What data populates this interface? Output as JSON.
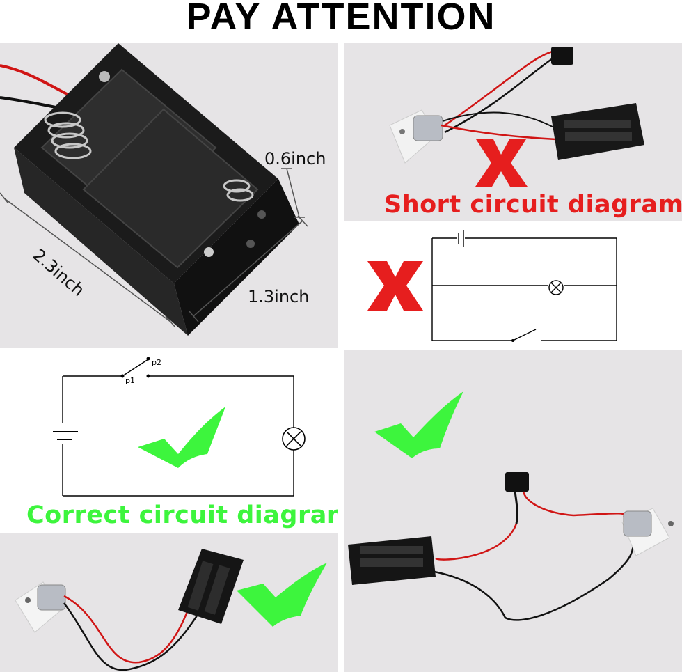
{
  "header": {
    "title": "PAY ATTENTION"
  },
  "dimensions": {
    "height": "0.6inch",
    "length": "2.3inch",
    "width": "1.3inch"
  },
  "captions": {
    "short_circuit": "Short circuit diagram",
    "correct_circuit": "Correct circuit diagram"
  },
  "schematic": {
    "pin1": "p1",
    "pin2": "p2"
  },
  "colors": {
    "wrong_mark": "#e61e1e",
    "correct_mark": "#3df53d",
    "panel_gray": "#e6e4e6"
  },
  "icons": [
    "cross-mark-icon",
    "check-mark-icon",
    "lamp-symbol-icon",
    "battery-symbol-icon",
    "switch-symbol-icon"
  ]
}
